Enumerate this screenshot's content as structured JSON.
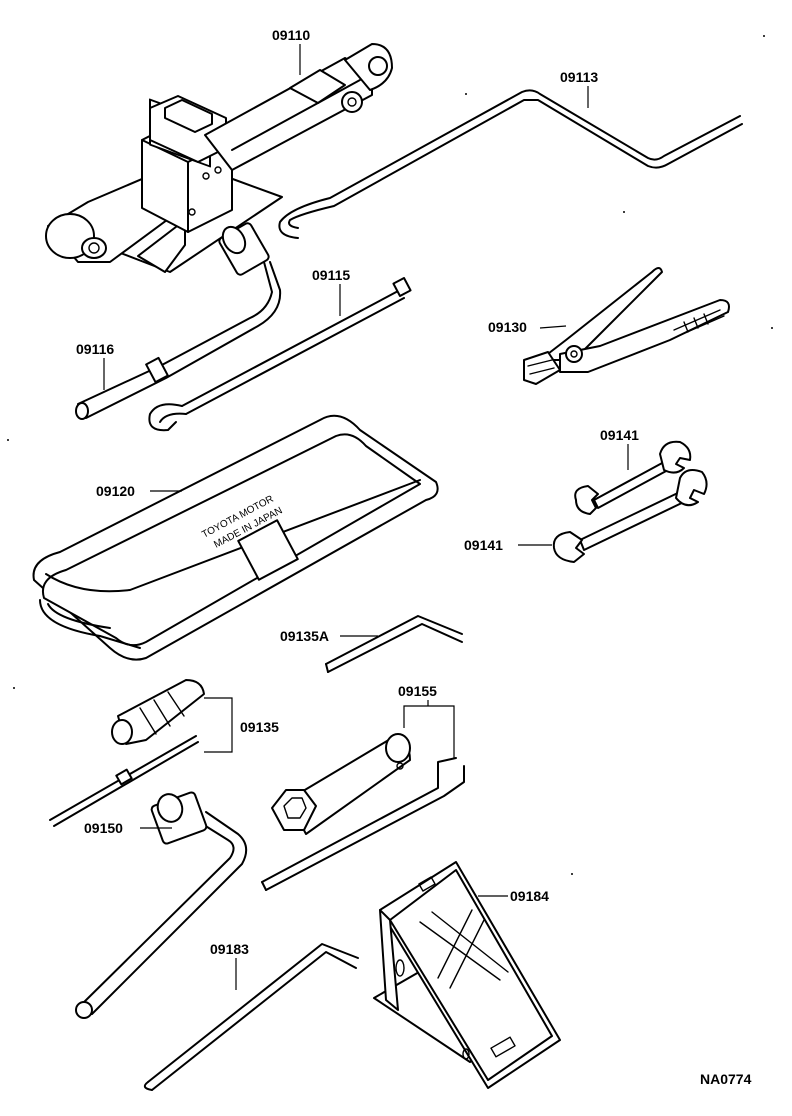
{
  "parts": {
    "jack": "09110",
    "jack_handle": "09113",
    "jack_handle_ext": "09115",
    "wrench_rod": "09116",
    "tool_bag": "09120",
    "pliers": "09130",
    "spanner_small": "09141",
    "spanner_large": "09141",
    "screwdriver_bit": "09135A",
    "screwdriver": "09135",
    "plug_wrench": "09155",
    "hub_nut_wrench": "09150",
    "tool_183": "09183",
    "wheel_chock": "09184"
  },
  "bag_print": {
    "line1": "TOYOTA MOTOR",
    "line2": "MADE IN JAPAN"
  },
  "diagram_code": "NA0774"
}
